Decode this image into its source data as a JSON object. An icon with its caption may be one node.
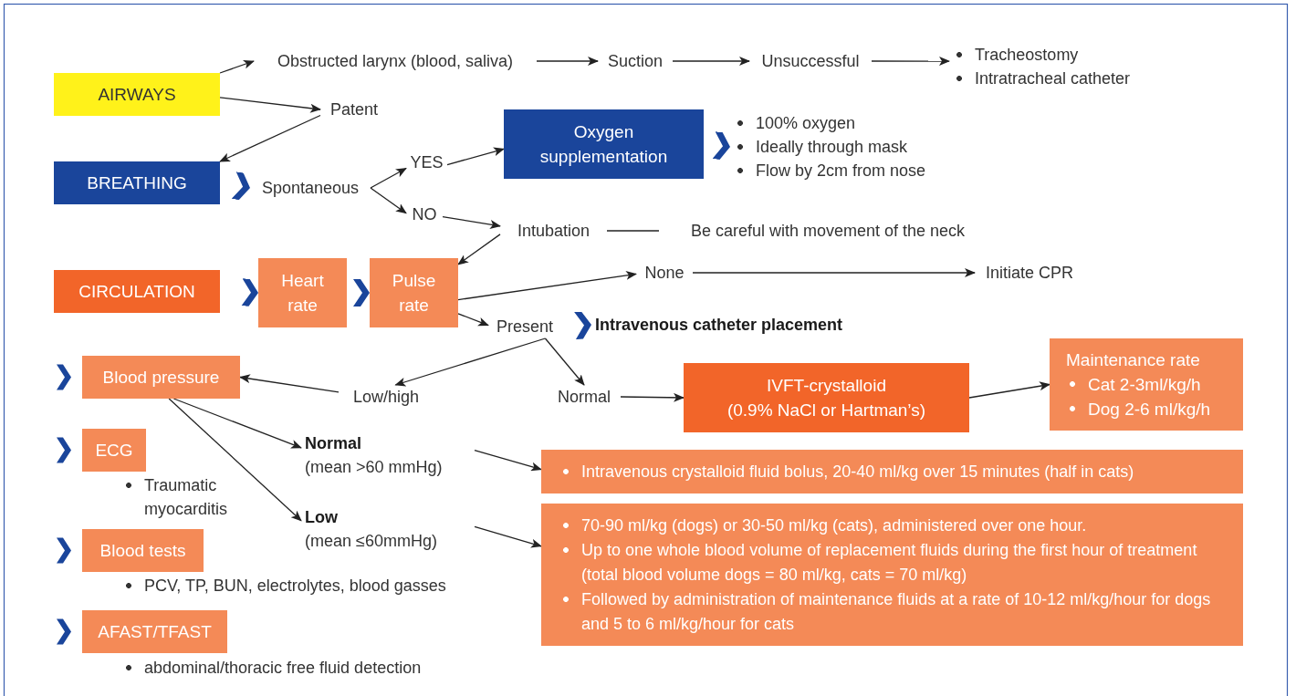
{
  "diagram": {
    "nodes": [
      {
        "text": [
          "AIRWAYS"
        ]
      },
      {
        "text": [
          "Obstructed larynx (blood, saliva)"
        ]
      },
      {
        "text": [
          "Suction"
        ]
      },
      {
        "text": [
          "Unsuccessful"
        ]
      },
      {
        "text": [
          "Tracheostomy",
          "Intratracheal catheter"
        ]
      },
      {
        "text": [
          "Patent"
        ]
      },
      {
        "text": [
          "BREATHING"
        ]
      },
      {
        "text": [
          "Spontaneous"
        ]
      },
      {
        "text": [
          "YES"
        ]
      },
      {
        "text": [
          "NO"
        ]
      },
      {
        "text": [
          "Oxygen supplementation"
        ]
      },
      {
        "text": [
          "100% oxygen",
          "Ideally through mask",
          "Flow by 2cm from nose"
        ]
      },
      {
        "text": [
          "Intubation"
        ]
      },
      {
        "text": [
          "Be careful with movement of the neck"
        ]
      },
      {
        "text": [
          "CIRCULATION"
        ]
      },
      {
        "text": [
          "Heart rate"
        ]
      },
      {
        "text": [
          "Pulse rate"
        ]
      },
      {
        "text": [
          "None"
        ]
      },
      {
        "text": [
          "Initiate CPR"
        ]
      },
      {
        "text": [
          "Present"
        ]
      },
      {
        "text": [
          "Intravenous catheter placement"
        ]
      },
      {
        "text": [
          "Low/high"
        ]
      },
      {
        "text": [
          "Normal"
        ]
      },
      {
        "text": [
          "IVFT-crystalloid",
          "(0.9% NaCl or Hartman’s)"
        ]
      },
      {
        "text": [
          "Maintenance rate",
          "Cat 2-3ml/kg/h",
          "Dog 2-6 ml/kg/h"
        ]
      },
      {
        "text": [
          "Blood pressure"
        ]
      },
      {
        "text": [
          "Normal",
          "(mean >60 mmHg)"
        ]
      },
      {
        "text": [
          "Low",
          "(mean ≤60mmHg)"
        ]
      },
      {
        "text": [
          "Intravenous crystalloid fluid bolus, 20-40 ml/kg over 15 minutes (half in cats)"
        ]
      },
      {
        "text": [
          "70-90 ml/kg (dogs) or 30-50 ml/kg (cats), administered over one hour.",
          "Up to one whole blood volume of replacement fluids during the first hour of treatment (total blood volume dogs = 80 ml/kg, cats = 70 ml/kg)",
          "Followed by administration of maintenance fluids at a rate of 10-12 ml/kg/hour for dogs and 5 to 6 ml/kg/hour for cats"
        ]
      },
      {
        "text": [
          "ECG"
        ],
        "beside": [
          "Traumatic myocarditis"
        ]
      },
      {
        "text": [
          "Blood tests"
        ],
        "beside": [
          "PCV, TP, BUN, electrolytes, blood gasses"
        ]
      },
      {
        "text": [
          "AFAST/TFAST"
        ],
        "beside": [
          "abdominal/thoracic free fluid detection"
        ]
      }
    ],
    "edges": [
      {
        "from": 0,
        "to": 1,
        "arrow": "to"
      },
      {
        "from": 1,
        "to": 2,
        "arrow": "to"
      },
      {
        "from": 2,
        "to": 3,
        "arrow": "to"
      },
      {
        "from": 3,
        "to": 4,
        "arrow": "to"
      },
      {
        "from": 0,
        "to": 5,
        "arrow": "to"
      },
      {
        "from": 5,
        "to": 6,
        "arrow": "to"
      },
      {
        "from": 6,
        "to": 7,
        "arrow": "to",
        "color": "#1a459b"
      },
      {
        "from": 7,
        "to": 8,
        "arrow": "to"
      },
      {
        "from": 7,
        "to": 9,
        "arrow": "to"
      },
      {
        "from": 8,
        "to": 10,
        "arrow": "to"
      },
      {
        "from": 10,
        "to": 11,
        "arrow": "to",
        "color": "#1a459b"
      },
      {
        "from": 9,
        "to": 12,
        "arrow": "to"
      },
      {
        "from": 12,
        "to": 13,
        "arrow": "none"
      },
      {
        "from": 12,
        "to": 16,
        "arrow": "to"
      },
      {
        "from": 14,
        "to": 15,
        "arrow": "to",
        "color": "#1a459b"
      },
      {
        "from": 15,
        "to": 16,
        "arrow": "to",
        "color": "#1a459b"
      },
      {
        "from": 16,
        "to": 17,
        "arrow": "to"
      },
      {
        "from": 17,
        "to": 18,
        "arrow": "to"
      },
      {
        "from": 16,
        "to": 19,
        "arrow": "to"
      },
      {
        "from": 19,
        "to": 20,
        "arrow": "to",
        "color": "#1a459b"
      },
      {
        "from": 19,
        "to": 21,
        "arrow": "to"
      },
      {
        "from": 19,
        "to": 22,
        "arrow": "to"
      },
      {
        "from": 22,
        "to": 23,
        "arrow": "to"
      },
      {
        "from": 23,
        "to": 24,
        "arrow": "to"
      },
      {
        "from": 21,
        "to": 25,
        "arrow": "to"
      },
      {
        "from": 25,
        "to": 26,
        "arrow": "to"
      },
      {
        "from": 25,
        "to": 27,
        "arrow": "to"
      },
      {
        "from": 26,
        "to": 28,
        "arrow": "to"
      },
      {
        "from": 27,
        "to": 29,
        "arrow": "to"
      }
    ]
  }
}
